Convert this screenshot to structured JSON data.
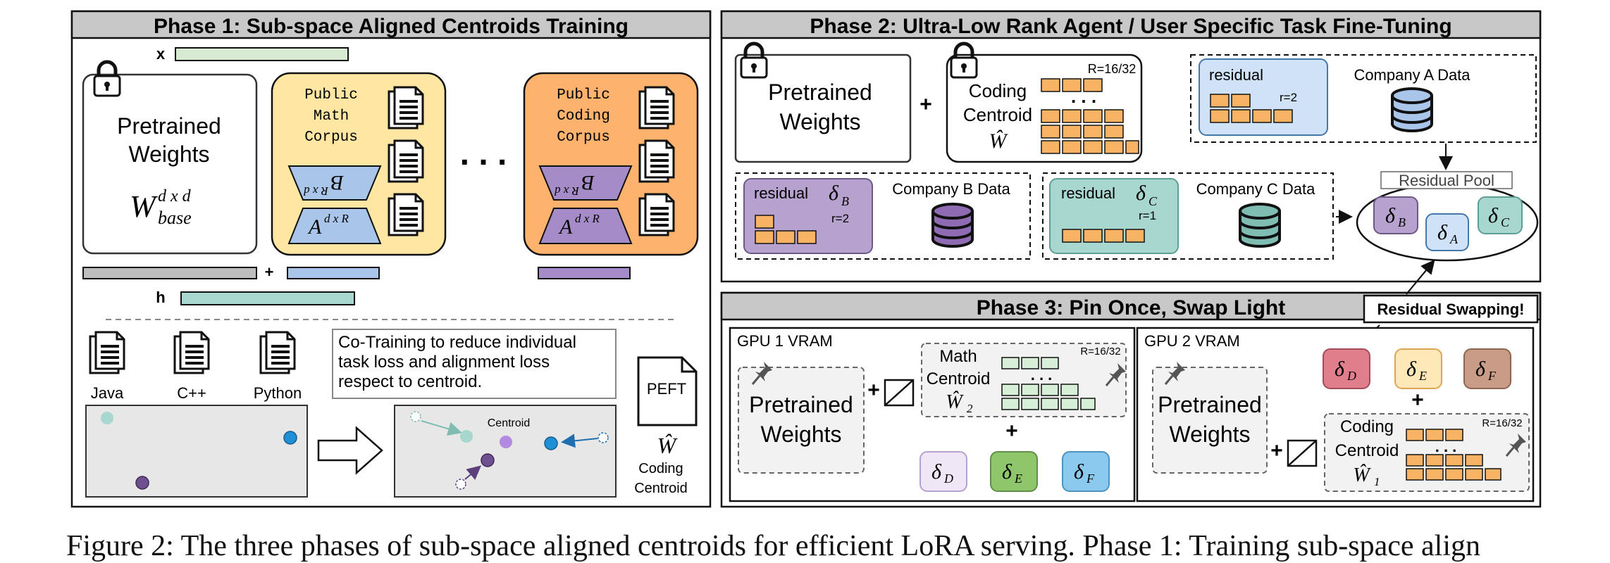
{
  "colors": {
    "math_yellow": "#FFE7A3",
    "coding_orange": "#FDB36E",
    "block_orange": "#F8B464",
    "block_green": "#D6EFD6",
    "purple": "#B7A2CF",
    "teal": "#A7D7CF",
    "blue_light": "#CFE2F7",
    "trap_blue": "#A9C5EA",
    "trap_purple": "#A58CC9",
    "pink": "#E07E8C",
    "cream": "#FFE8B7",
    "brown": "#C89C86",
    "lavender": "#EFE7F6",
    "green": "#8FC56B",
    "sky": "#8CC9EE",
    "header_gray": "#C8C8C8"
  },
  "phase1": {
    "title": "Phase 1: Sub-space Aligned Centroids Training",
    "x_label": "x",
    "h_label": "h",
    "plus": "+",
    "pretrained_line1": "Pretrained",
    "pretrained_line2": "Weights",
    "w_base": "W",
    "w_sup": "d x d",
    "w_sub": "base",
    "math_corpus": [
      "Public",
      "Math",
      "Corpus"
    ],
    "coding_corpus": [
      "Public",
      "Coding",
      "Corpus"
    ],
    "b_label": "B",
    "b_sup": "R x d",
    "a_label": "A",
    "a_sup": "d x R",
    "ellipsis": ". . .",
    "langs": [
      "Java",
      "C++",
      "Python"
    ],
    "cotraining": [
      "Co-Training to reduce individual",
      "task loss and alignment loss",
      "respect to centroid."
    ],
    "centroid_label": "Centroid",
    "peft_label": "PEFT",
    "w_hat": "Ŵ",
    "coding_centroid": [
      "Coding",
      "Centroid"
    ]
  },
  "phase2": {
    "title": "Phase 2: Ultra-Low Rank Agent / User Specific Task Fine-Tuning",
    "pretrained_line1": "Pretrained",
    "pretrained_line2": "Weights",
    "plus": "+",
    "coding_centroid": [
      "Coding",
      "Centroid"
    ],
    "w_hat": "Ŵ",
    "rank": "R=16/32",
    "residual": "residual",
    "company_a": "Company A Data",
    "company_b": "Company B Data",
    "company_c": "Company C Data",
    "r2": "r=2",
    "r1": "r=1",
    "delta": "δ",
    "sub_a": "A",
    "sub_b": "B",
    "sub_c": "C",
    "residual_pool": "Residual Pool"
  },
  "phase3": {
    "title": "Phase 3: Pin Once, Swap Light",
    "residual_swapping": "Residual Swapping!",
    "gpu1": "GPU 1 VRAM",
    "gpu2": "GPU 2 VRAM",
    "pretrained_line1": "Pretrained",
    "pretrained_line2": "Weights",
    "plus": "+",
    "math_centroid": [
      "Math",
      "Centroid"
    ],
    "coding_centroid": [
      "Coding",
      "Centroid"
    ],
    "w_hat": "Ŵ",
    "sub_2": "2",
    "sub_1": "1",
    "rank": "R=16/32",
    "delta": "δ",
    "sub_d": "D",
    "sub_e": "E",
    "sub_f": "F"
  },
  "caption": "Figure 2: The three phases of sub-space aligned centroids for efficient LoRA serving. Phase 1: Training sub-space align"
}
